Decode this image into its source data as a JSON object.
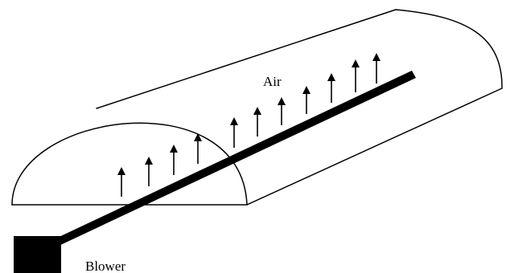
{
  "diagram": {
    "air_label": "Air",
    "blower_label": "Blower",
    "colors": {
      "stroke": "#000000",
      "background": "#ffffff"
    },
    "arrow_count": 11
  }
}
